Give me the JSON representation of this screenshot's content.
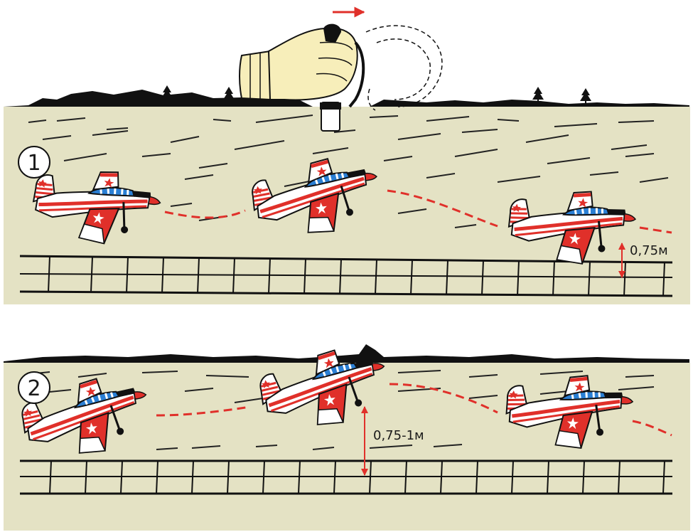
{
  "panels": [
    {
      "number": "1",
      "measurement": "0,75м"
    },
    {
      "number": "2",
      "measurement": "0,75-1м"
    }
  ],
  "colors": {
    "field": "#e4e2c4",
    "ground_line": "#111111",
    "trajectory": "#e0302a",
    "plane_red": "#e0302a",
    "plane_blue": "#2a7fd4",
    "glove": "#f7eeba",
    "arrow": "#e0302a"
  },
  "icons": [
    "hand-glove-icon",
    "control-handle-icon",
    "airplane-icon",
    "tree-icon",
    "direction-arrow-icon"
  ]
}
